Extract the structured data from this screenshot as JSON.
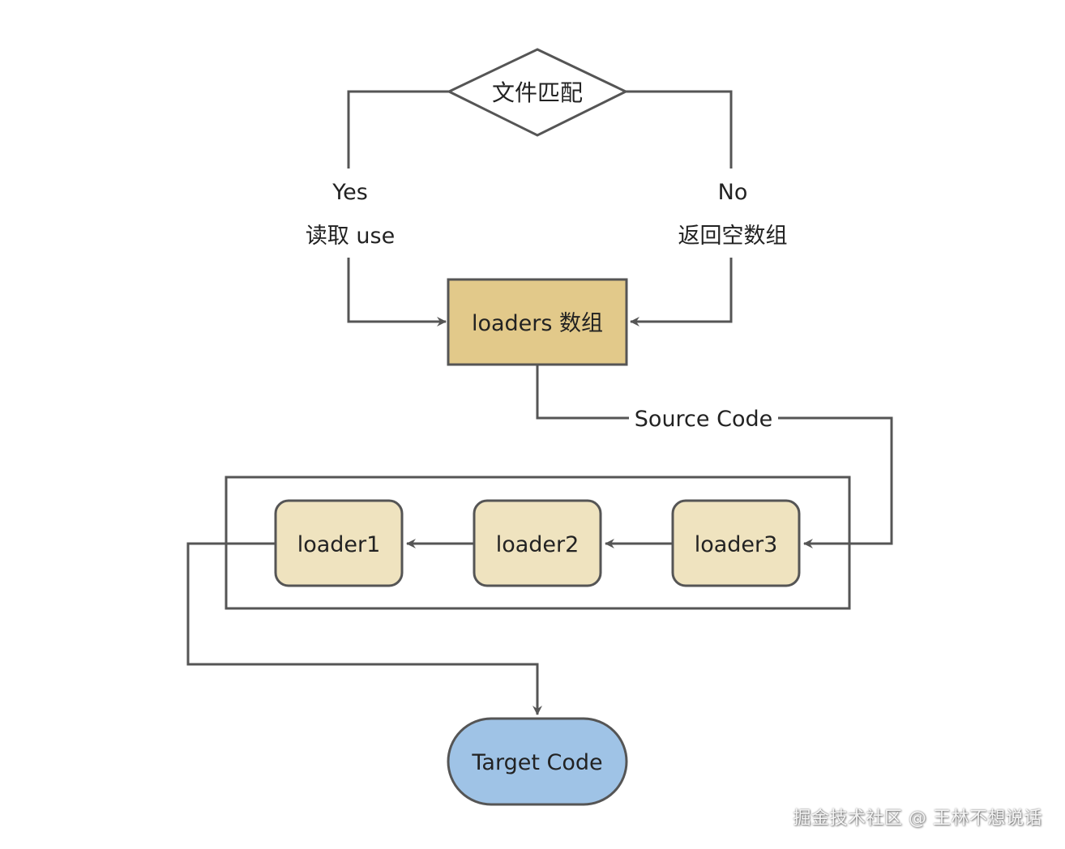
{
  "diagram": {
    "decision": "文件匹配",
    "yes_label": "Yes",
    "yes_action": "读取 use",
    "no_label": "No",
    "no_action": "返回空数组",
    "loaders_array": "loaders 数组",
    "source_code": "Source Code",
    "loaders": [
      "loader1",
      "loader2",
      "loader3"
    ],
    "target": "Target Code"
  },
  "watermark": "掘金技术社区 @ 王林不想说话",
  "colors": {
    "stroke": "#555555",
    "loaders_array_fill": "#e2c98a",
    "loader_fill": "#efe3bf",
    "target_fill": "#9fc3e6",
    "text": "#222222"
  }
}
